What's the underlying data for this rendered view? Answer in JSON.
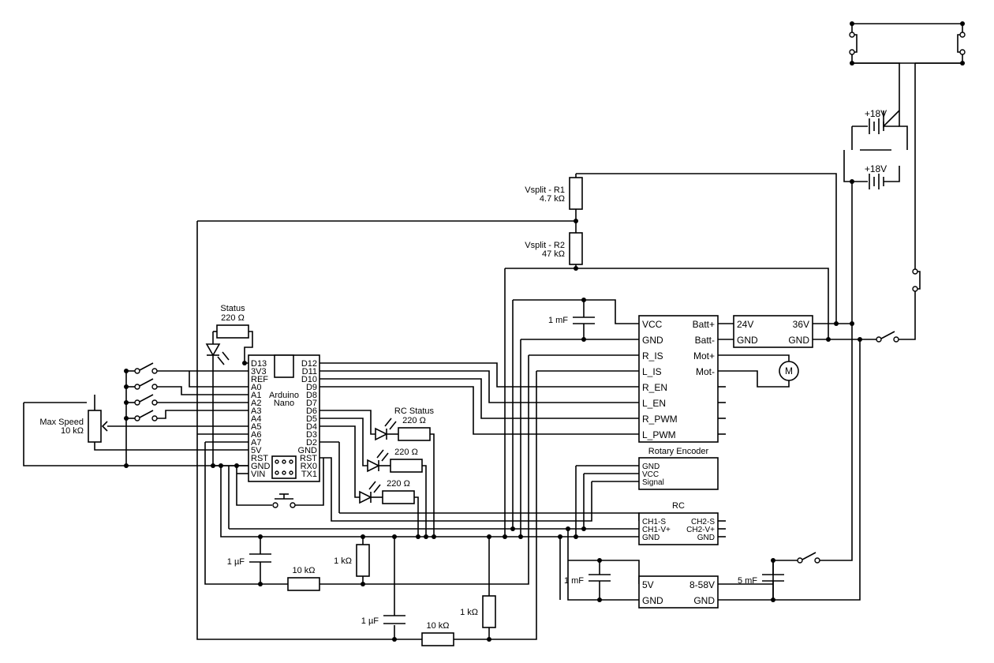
{
  "labels": {
    "status_led": "Status",
    "status_res": "220 Ω",
    "rc_status": "RC Status",
    "rc_status_res": "220 Ω",
    "led2_res": "220 Ω",
    "led3_res": "220 Ω",
    "pot_name": "Max Speed",
    "pot_value": "10 kΩ",
    "vsplit_r1": "Vsplit - R1",
    "vsplit_r1_val": "4.7 kΩ",
    "vsplit_r2": "Vsplit - R2",
    "vsplit_r2_val": "47 kΩ",
    "cap_driver": "1 mF",
    "cap_buck_in": "1 mF",
    "cap_buck_out": "5 mF",
    "battery_1": "+18V",
    "battery_2": "+18V",
    "filter1_cap": "1 µF",
    "filter1_r10k": "10 kΩ",
    "filter1_r1k": "1 kΩ",
    "filter2_cap": "1 µF",
    "filter2_r10k": "10 kΩ",
    "filter2_r1k": "1 kΩ",
    "motor": "M"
  },
  "arduino": {
    "name1": "Arduino",
    "name2": "Nano",
    "left_pins": [
      "D13",
      "3V3",
      "REF",
      "A0",
      "A1",
      "A2",
      "A3",
      "A4",
      "A5",
      "A6",
      "A7",
      "5V",
      "RST",
      "GND",
      "VIN"
    ],
    "right_pins": [
      "D12",
      "D11",
      "D10",
      "D9",
      "D8",
      "D7",
      "D6",
      "D5",
      "D4",
      "D3",
      "D2",
      "GND",
      "RST",
      "RX0",
      "TX1"
    ]
  },
  "driver": {
    "left_pins": [
      "VCC",
      "GND",
      "R_IS",
      "L_IS",
      "R_EN",
      "L_EN",
      "R_PWM",
      "L_PWM"
    ],
    "right_pins": [
      "Batt+",
      "Batt-",
      "Mot+",
      "Mot-"
    ]
  },
  "converter": {
    "in_pos": "24V",
    "out_pos": "36V",
    "in_gnd": "GND",
    "out_gnd": "GND"
  },
  "encoder": {
    "title": "Rotary Encoder",
    "pins": [
      "GND",
      "VCC",
      "Signal"
    ]
  },
  "rc": {
    "title": "RC",
    "left_pins": [
      "CH1-S",
      "CH1-V+",
      "GND"
    ],
    "right_pins": [
      "CH2-S",
      "CH2-V+",
      "GND"
    ]
  },
  "buck": {
    "out_pos": "5V",
    "in_pos": "8-58V",
    "out_gnd": "GND",
    "in_gnd": "GND"
  }
}
